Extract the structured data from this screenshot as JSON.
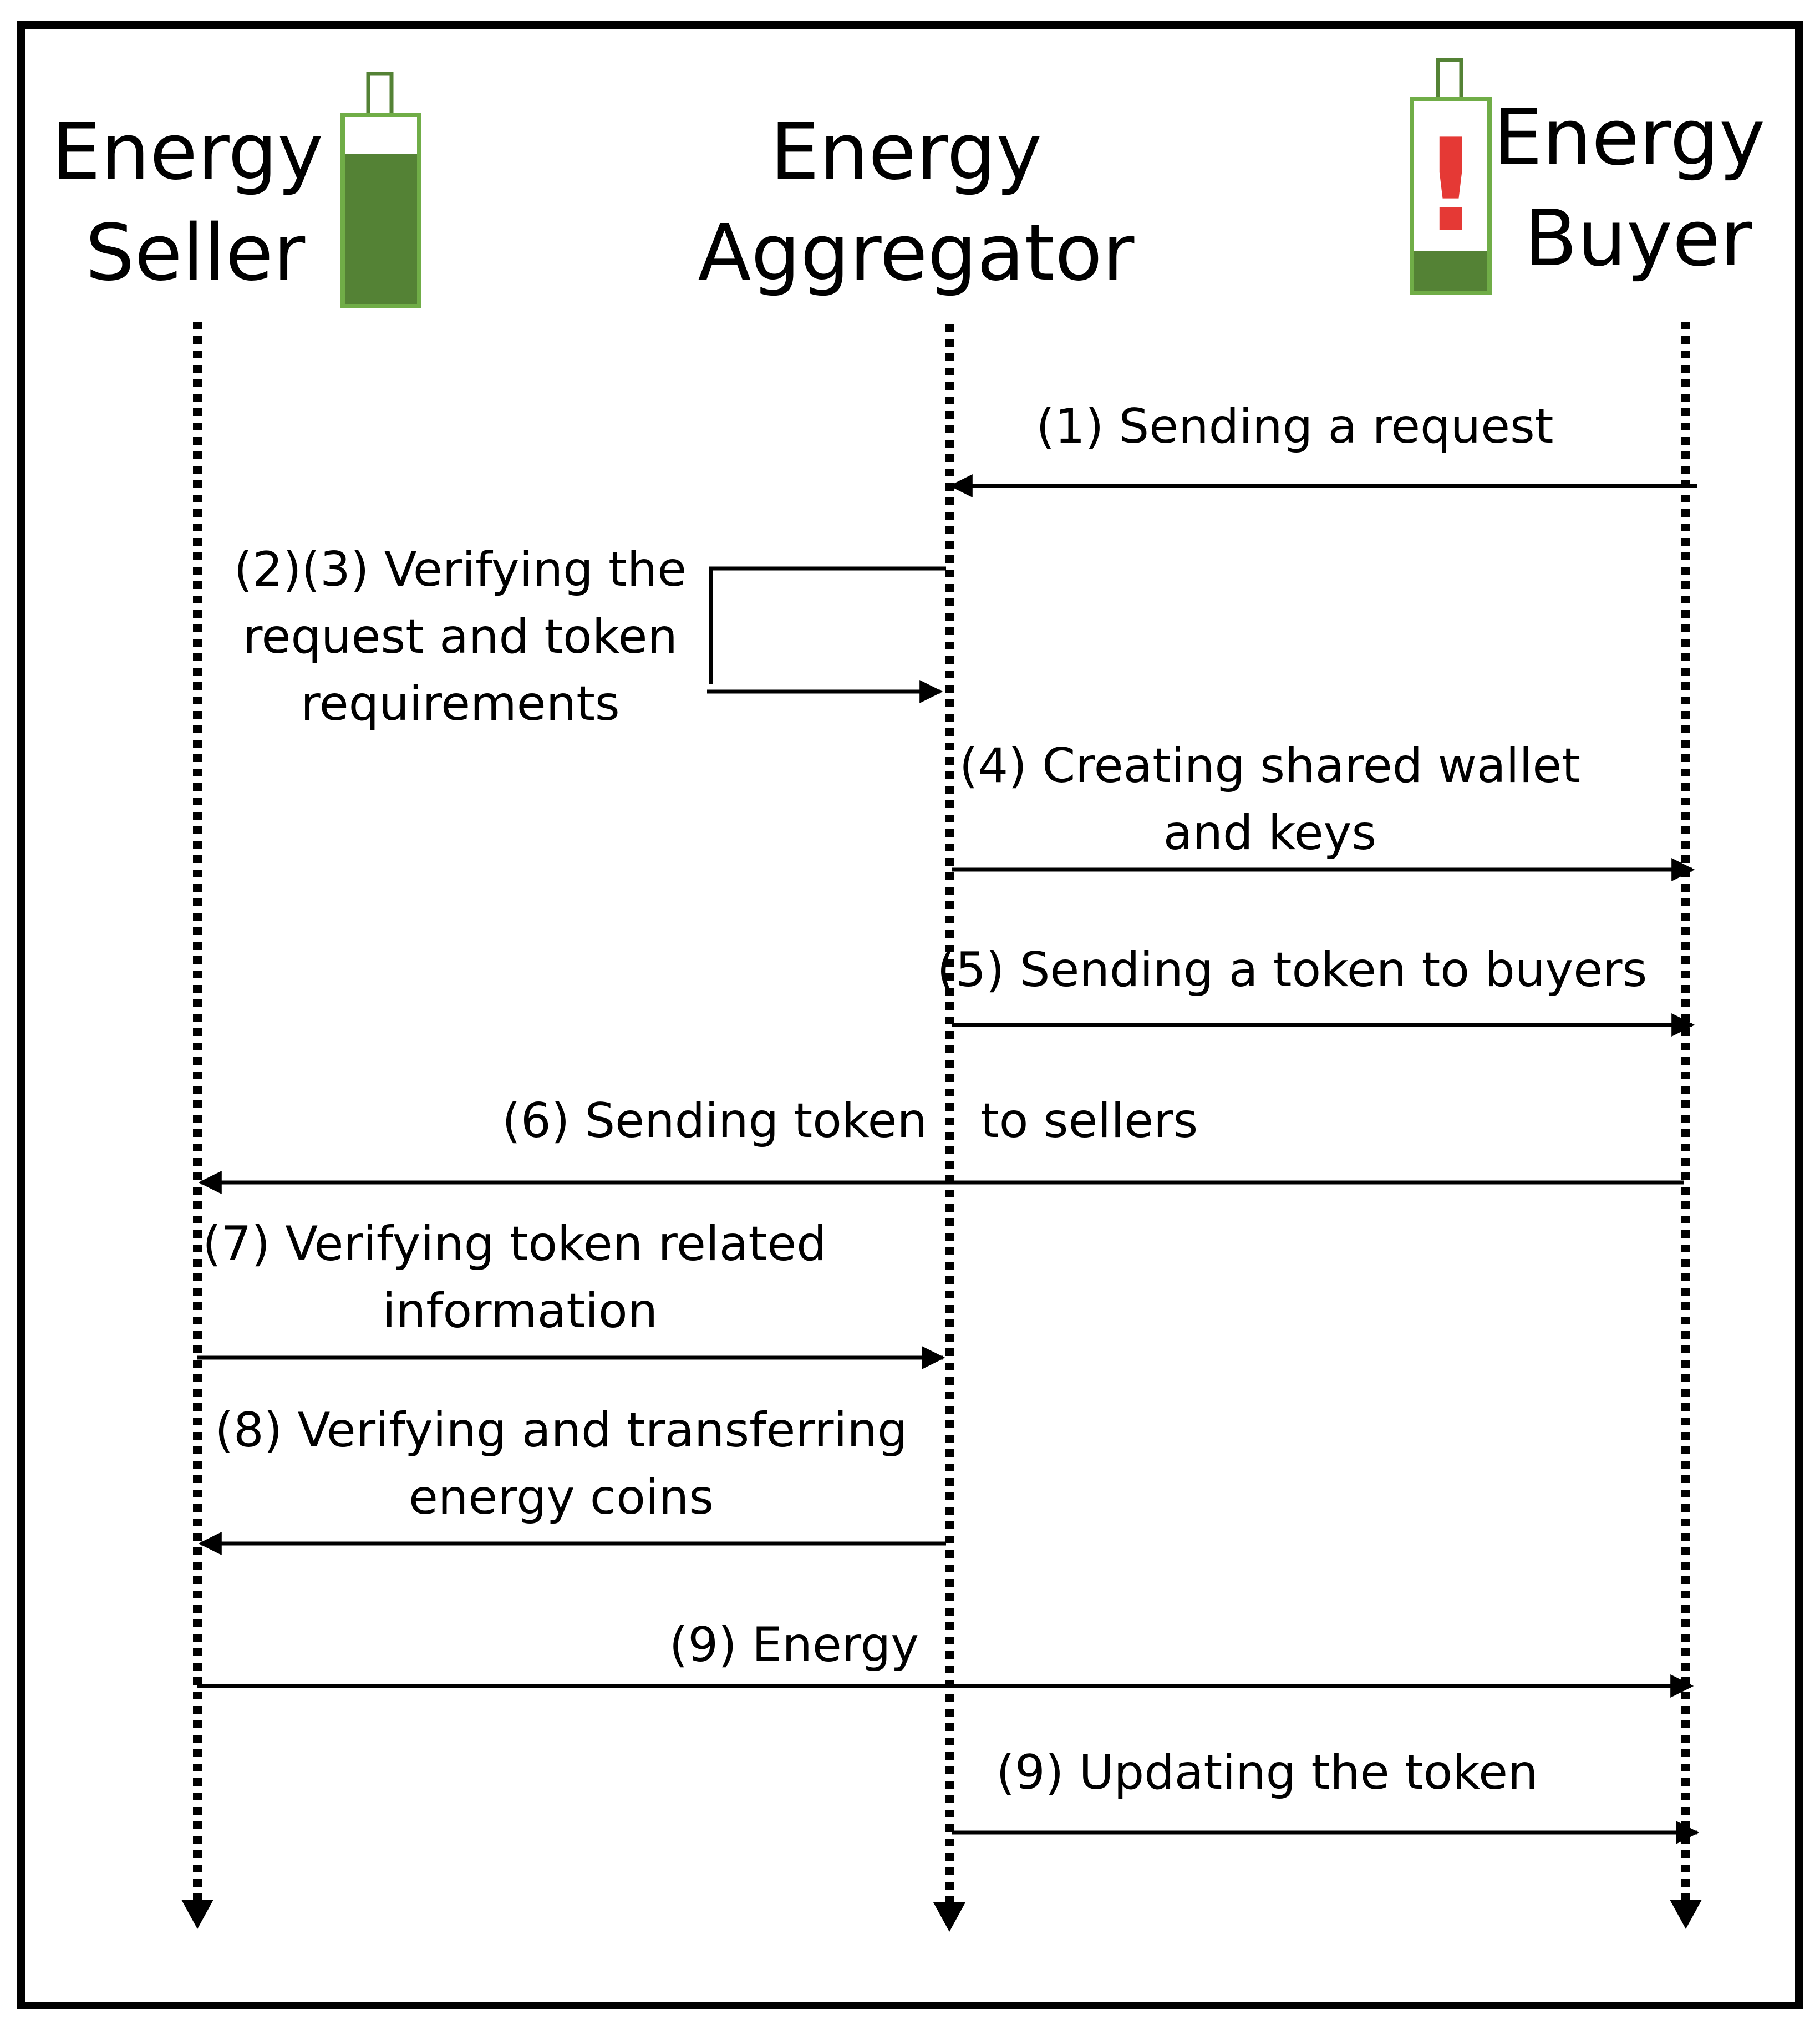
{
  "colors": {
    "battery_fill": "#548235",
    "battery_outline": "#70ad47",
    "alert": "#e53935",
    "line": "#000000"
  },
  "actors": {
    "seller": {
      "line1": "Energy",
      "line2": "Seller",
      "icon": "battery-full-icon"
    },
    "aggregator": {
      "line1": "Energy",
      "line2": "Aggregator"
    },
    "buyer": {
      "line1": "Energy",
      "line2": "Buyer",
      "icon": "battery-low-alert-icon",
      "alert_glyph": "!"
    }
  },
  "messages": {
    "m1": {
      "line1": "(1) Sending a request"
    },
    "m23": {
      "line1": "(2)(3) Verifying the",
      "line2": "request and token",
      "line3": "requirements"
    },
    "m4": {
      "line1": "(4) Creating shared wallet",
      "line2": "and keys"
    },
    "m5": {
      "line1": "(5) Sending a token to buyers"
    },
    "m6": {
      "line1": "(6) Sending token",
      "line2": "to sellers"
    },
    "m7": {
      "line1": "(7) Verifying token related",
      "line2": "information"
    },
    "m8": {
      "line1": "(8)  Verifying and transferring",
      "line2": "energy coins"
    },
    "m9": {
      "line1": "(9) Energy"
    },
    "m10": {
      "line1": "(9) Updating the token"
    }
  }
}
